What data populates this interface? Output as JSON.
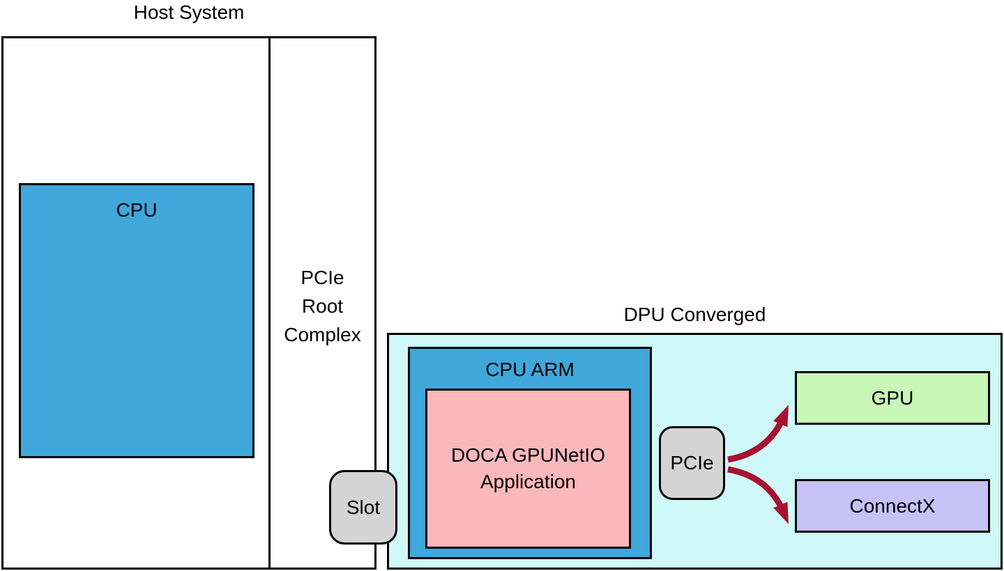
{
  "colors": {
    "cpu_blue": "#3FA7DA",
    "dpu_cyan": "#CFF9F8",
    "app_pink": "#F9B8BC",
    "gpu_green": "#C9F7B8",
    "connectx_purple": "#C8C1F6",
    "connector_gray": "#D4D4D4",
    "arrow_red": "#A9122F",
    "line_black": "#000000"
  },
  "host": {
    "title": "Host System",
    "cpu": {
      "label": "CPU"
    },
    "pcie_root": {
      "lines": [
        "PCIe",
        "Root",
        "Complex"
      ]
    }
  },
  "slot": {
    "label": "Slot"
  },
  "dpu": {
    "title": "DPU Converged",
    "cpu_arm": {
      "label": "CPU ARM"
    },
    "app": {
      "lines": [
        "DOCA GPUNetIO",
        "Application"
      ]
    },
    "pcie": {
      "label": "PCIe"
    },
    "gpu": {
      "label": "GPU"
    },
    "connectx": {
      "label": "ConnectX"
    }
  }
}
